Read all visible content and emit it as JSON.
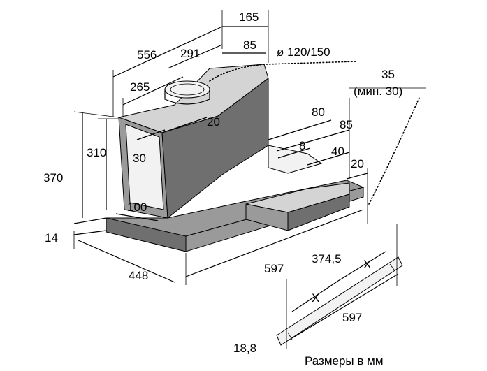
{
  "dimensions": {
    "top_width": "165",
    "depth_556": "556",
    "depth_291": "291",
    "duct_offset_85": "85",
    "duct_diameter": "ø 120/150",
    "depth_265": "265",
    "gap_35": "35",
    "gap_min": "(мин. 30)",
    "offset_20_top": "20",
    "depth_80": "80",
    "depth_85": "85",
    "height_310": "310",
    "height_370": "370",
    "side_30": "30",
    "depth_8": "8",
    "depth_40": "40",
    "offset_20_right": "20",
    "depth_100": "100",
    "thickness_14": "14",
    "width_448": "448",
    "width_597": "597",
    "rail_374_5": "374,5",
    "rail_x_right": "X",
    "rail_x_left": "X",
    "rail_597": "597",
    "rail_18_8": "18,8"
  },
  "caption": "Размеры в мм"
}
